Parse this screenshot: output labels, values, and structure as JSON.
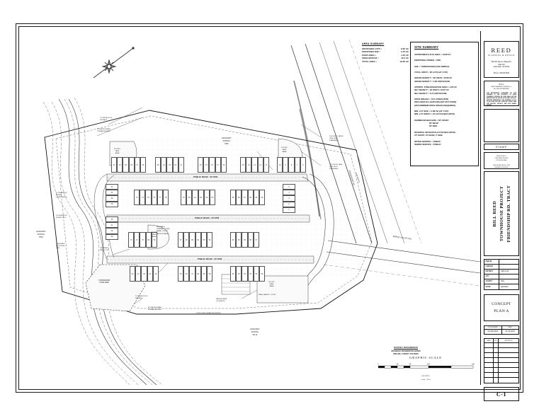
{
  "sheet": {
    "number": "C-1"
  },
  "area_summary": {
    "title": "AREA SUMMARY",
    "rows": [
      {
        "label": "PROPOSED LOTS  =",
        "value": "6.50 AC"
      },
      {
        "label": "PROPOSED R/W  =",
        "value": "2.15 AC"
      },
      {
        "label": "POND AREA =",
        "value": "1.00 AC"
      },
      {
        "label": "OPEN SPACES =",
        "value": "10.0 AC"
      },
      {
        "label": "TOTAL AREA =",
        "value": "19.65 AC"
      }
    ]
  },
  "site_summary": {
    "title": "SITE SUMMARY",
    "groups": [
      [
        "APPROXIMATE SITE AREA = 19.65 AC"
      ],
      [
        "PROPOSED ZONING = PRD"
      ],
      [
        "USE = TOWNHOUSES (FEE SIMPLE)"
      ],
      [
        "TOTAL UNITS = 90 LOTS  (24' X 50')"
      ],
      [
        "GROSS DENSITY = 90 UNITS / 19.65 AC",
        "GROSS DENSITY = 4.60 UNITS/ACRE"
      ],
      [
        "APPROX. STREAM BUFFER AREA = 2.98 AC",
        "NET DENSITY = 90 UNITS / 15.67 AC",
        "NET DENSITY = 5.74 UNITS/ACRE"
      ],
      [
        "OPEN SPACES = 10.0 ACRES (52%)",
        "(INCLUDES ALL BUFFERS BUT NOT POND)",
        "(20% MINIMUM OPEN SPACES REQUIRED)"
      ],
      [
        "MIN. LOT SIZE = 2,160 SF (24' X 90')",
        "MIN. LOT WIDTH = 24' (ATTACHED UNITS)"
      ],
      [
        "PERIMETER BUFFERS =        50' FRONT",
        "50' REAR",
        "50' SIDE"
      ],
      [
        "INTERNAL SETBACKS (ATTACHED UNITS)",
        "15' FRONT,  15' REAR,  0' SIDE"
      ],
      [
        "WATER SERVICE = PUBLIC",
        "SEWER SERVICE = PUBLIC"
      ]
    ],
    "indent_flags": {
      "8": [
        false,
        true,
        true
      ]
    }
  },
  "titleblock": {
    "logo": {
      "brand": "REED",
      "brand_sub": "PLANNING & DESIGN",
      "address_line1": "590 351 Spence Village Rd.",
      "address_line2": "Suite 110",
      "address_line3": "Gainesville, GA 30134",
      "phone": "Phone: 706-525-6622"
    },
    "disclaimer": {
      "title": "Notice",
      "sub_line1": "REED PLANNING & DESIGN, Inc.",
      "sub_line2": "ALL RIGHTS RESERVED",
      "body": "THE INFORMATION CONTAINED ON THIS DRAWING IS THE PROPERTY OF REED PLANNING & DESIGN, INC. AND SHALL NOT BE REPRODUCED IN WHOLE OR IN PART WITHOUT WRITTEN PERMISSION. THIS DRAWING IS NOT TO BE USED FOR ANY PURPOSE OTHER THAN THE SPECIFIC PROJECT AND SITE NAMED HEREIN."
    },
    "stamp_label": "STAMP",
    "certification": {
      "line1": "GREG LEVEL 1",
      "line2": "CERTIFIED DESIGN",
      "line3": "PROFESSIONAL",
      "line4": "CERTIFICATION  NO. 1429",
      "line5": "EXPIRES 10/31/2026"
    },
    "project_lines": [
      "BILL REED",
      "TOWNHOUSE PROJECT",
      "FRIENDSHIP RD. TRACT"
    ],
    "info_table": [
      {
        "key": "PARCEL",
        "value": "-"
      },
      {
        "key": "LANDLOT",
        "value": "-"
      },
      {
        "key": "DISTRICT",
        "value": "GMD 1419"
      },
      {
        "key": "CITY",
        "value": "-"
      },
      {
        "key": "COUNTY",
        "value": "HALL"
      },
      {
        "key": "STATE",
        "value": "GEORGIA"
      }
    ],
    "concept": {
      "line1": "CONCEPT",
      "line2": "PLAN A"
    },
    "job": {
      "header": "JOB NUMBER",
      "value": "24-036-0001"
    },
    "date": {
      "header": "DATE",
      "value": "04-16-2024"
    },
    "revision_headers": {
      "date": "DATE",
      "no": "NO.",
      "revision": "REVISION"
    },
    "revision_rows": [
      {
        "date": "",
        "no": "",
        "revision": ""
      },
      {
        "date": "",
        "no": "",
        "revision": ""
      },
      {
        "date": "",
        "no": "",
        "revision": ""
      },
      {
        "date": "",
        "no": "",
        "revision": ""
      },
      {
        "date": "",
        "no": "",
        "revision": ""
      },
      {
        "date": "",
        "no": "",
        "revision": ""
      },
      {
        "date": "",
        "no": "",
        "revision": ""
      },
      {
        "date": "",
        "no": "",
        "revision": ""
      }
    ]
  },
  "survey_reference": {
    "title": "SURVEY REFERENCE",
    "line1": "BOUNDARY INFORMATION SHOWN",
    "line2": "PER HALL COUNTY TAX MAPS"
  },
  "graphic_scale": {
    "title": "GRAPHIC SCALE",
    "ticks": [
      "0",
      "40",
      "80",
      "160",
      "320"
    ],
    "unit_line1": "( IN FEET )",
    "unit_line2": "1 inch = 80  ft."
  },
  "plan_labels": {
    "north_arrow": "north-arrow",
    "adjacent_zoning_top": [
      "ADJACENT",
      "ZONING",
      "PRD"
    ],
    "adjacent_zoning_left": [
      "ADJACENT",
      "ZONING",
      "PRD"
    ],
    "adjacent_zoning_bottom": [
      "ADJACENT",
      "ZONING",
      "AR-III"
    ],
    "impervious_setback": [
      "75' IMPERVIOUS",
      "SETBACK"
    ],
    "stream_buffer": [
      "50' UNDISTURBED",
      "STREAM BUFFER"
    ],
    "impervious_setback_2": [
      "75' IMPERVIOUS",
      "SETBACK"
    ],
    "stream_buffer_2": [
      "50' UNDISTURBED",
      "STREAM BUFFER"
    ],
    "unusable_buffer": [
      "UNUSABLE",
      "STREAM BUFFER",
      "AREA = 2.98 AC",
      "(APPROXIMATE)"
    ],
    "stormwater_pond": [
      "STORMWATER",
      "POND AREA"
    ],
    "retaining_wall": [
      "RETAINING",
      "WALL (TYP)"
    ],
    "pocket_park_1": [
      "POCKET",
      "PARK",
      "AREA"
    ],
    "pocket_park_2": [
      "POCKET",
      "PARK",
      "AREA"
    ],
    "pocket_park_3": [
      "POCKET",
      "PARK",
      "AREA"
    ],
    "pocket_park_4": [
      "POCKET",
      "PARK",
      "AREA"
    ],
    "pocket_park_5": [
      "POCKET",
      "PARK",
      "AREA"
    ],
    "amenity_kiosk": "SMALL AMENITY / KIOSK",
    "parking_area": [
      "PARKING AREA",
      "(15 SPACES)"
    ],
    "road_north": "PUBLIC ROAD - 50' R/W",
    "road_middle": "PUBLIC ROAD - 50' R/W",
    "road_south": "PUBLIC ROAD - 50' R/W",
    "friendship_rd": "FRIENDSHIP RD.",
    "friendship_rd_sub": "(R/W VARIES)",
    "maple_valley_rd": "MAPLE VALLEY RD.",
    "decel_taper": [
      "100' DECEL TAPER",
      "(PER GDOT",
      "STANDARD)"
    ],
    "decel_lane": [
      "175' DECEL LANE",
      "(PER GDOT",
      "STANDARD)"
    ],
    "perimeter_buffer_note": [
      "50' PERIMETER",
      "BUFFER",
      "(LANDSCAPED)"
    ],
    "perimeter_buffer_note2": [
      "50' PERIMETER",
      "BUFFER (TYP)"
    ],
    "building_setback_note": "50' BUILDING PERIMETER BUFFER",
    "sidewalk_note": [
      "5' SIDEWALK",
      "BOTH SIDES",
      "(TYP)"
    ]
  },
  "lot_numbers": {
    "row_a_top": [
      "31",
      "30",
      "29",
      "28",
      "27",
      "26"
    ],
    "row_b_top": [
      "25",
      "24",
      "23",
      "22",
      "21"
    ],
    "row_c_top": [
      "20",
      "19",
      "18",
      "17",
      "16"
    ],
    "row_d_top": [
      "15",
      "14",
      "13",
      "12",
      "11"
    ],
    "row_e_top": [
      "10",
      "9",
      "8",
      "7",
      "6"
    ],
    "left_col_1": [
      "32",
      "33",
      "34",
      "35"
    ],
    "left_col_2": [
      "36",
      "37",
      "38",
      "39"
    ],
    "mid_row_1": [
      "73",
      "74",
      "75",
      "76",
      "77",
      "78"
    ],
    "mid_row_2": [
      "79",
      "80",
      "81",
      "82",
      "83",
      "84"
    ],
    "mid_row_3": [
      "85",
      "86",
      "87",
      "88",
      "89",
      "90"
    ],
    "mid_row_4": [
      "72",
      "71",
      "70",
      "69",
      "68"
    ],
    "mid_row_5": [
      "67",
      "66",
      "65",
      "64",
      "63",
      "62"
    ],
    "mid_row_6": [
      "61",
      "60",
      "59",
      "58",
      "57"
    ],
    "bot_row_1": [
      "40",
      "41",
      "42",
      "43",
      "44"
    ],
    "bot_row_2": [
      "45",
      "46",
      "47",
      "48",
      "49",
      "50"
    ],
    "bot_row_3": [
      "51",
      "52",
      "53",
      "54",
      "55",
      "56"
    ],
    "right_col": [
      "5",
      "4",
      "3",
      "2",
      "1"
    ]
  }
}
